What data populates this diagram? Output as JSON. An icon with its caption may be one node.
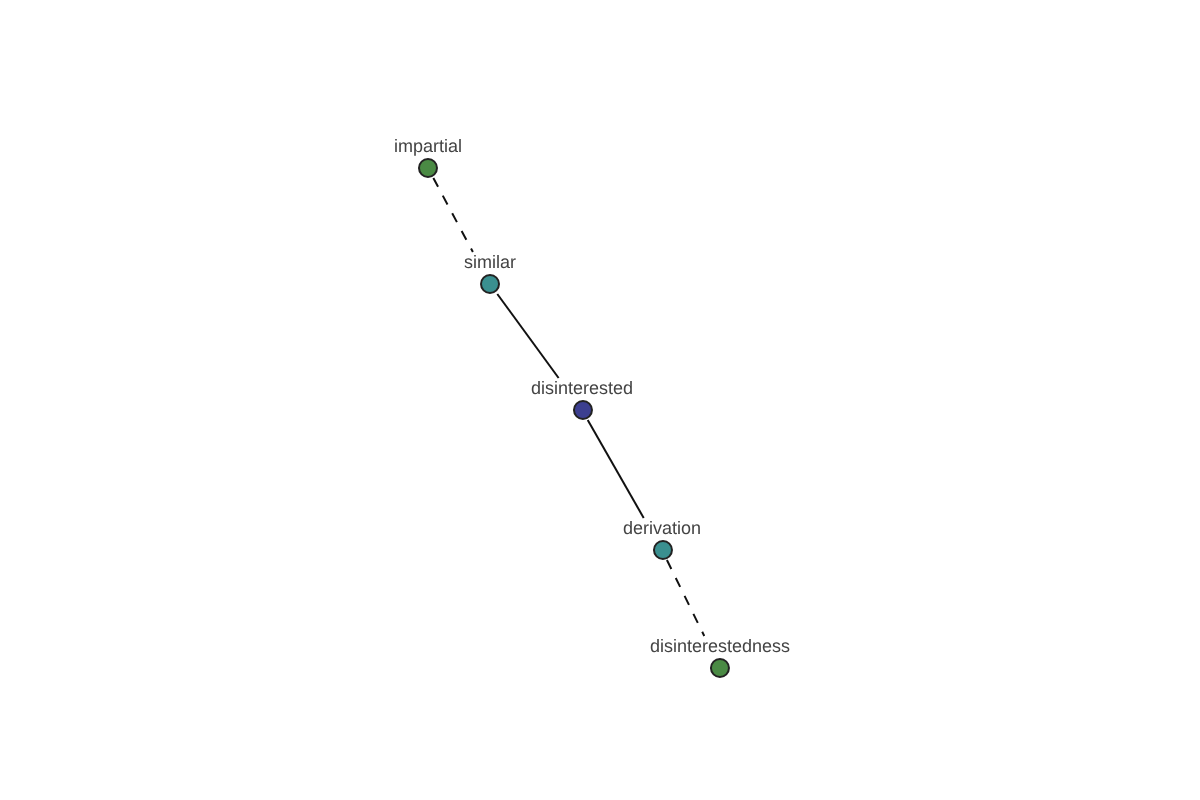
{
  "diagram": {
    "nodes": [
      {
        "text": [
          "impartial"
        ]
      },
      {
        "text": [
          "similar"
        ]
      },
      {
        "text": [
          "disinterested"
        ]
      },
      {
        "text": [
          "derivation"
        ]
      },
      {
        "text": [
          "disinterestedness"
        ]
      }
    ],
    "edges": [
      {
        "from": 0,
        "to": 1,
        "arrow": "none",
        "style": "dashed"
      },
      {
        "from": 1,
        "to": 2,
        "arrow": "none"
      },
      {
        "from": 2,
        "to": 3,
        "arrow": "none"
      },
      {
        "from": 3,
        "to": 4,
        "arrow": "none",
        "style": "dashed"
      }
    ]
  }
}
